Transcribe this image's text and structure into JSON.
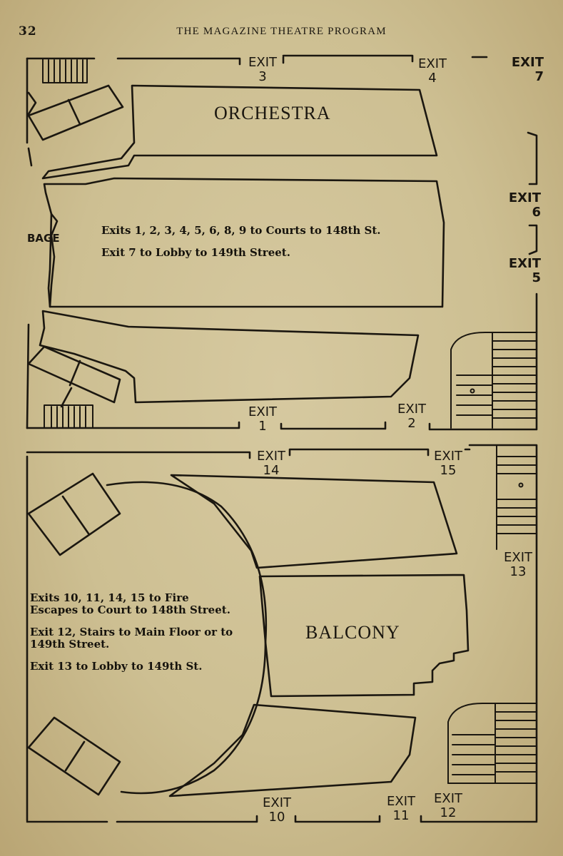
{
  "header": {
    "page_number": "32",
    "title": "THE MAGAZINE THEATRE PROGRAM"
  },
  "orchestra": {
    "name": "ORCHESTRA",
    "stage_label": "BAGE",
    "notes": [
      "Exits 1, 2, 3, 4, 5, 6, 8, 9 to Courts to 148th St.",
      "Exit 7 to Lobby to 149th Street."
    ],
    "exits": {
      "exit3": {
        "word": "EXIT",
        "number": "3"
      },
      "exit4": {
        "word": "EXIT",
        "number": "4"
      },
      "exit7": {
        "word": "EXIT",
        "number": "7"
      },
      "exit6": {
        "word": "EXIT",
        "number": "6"
      },
      "exit5": {
        "word": "EXIT",
        "number": "5"
      },
      "exit1": {
        "word": "EXIT",
        "number": "1"
      },
      "exit2": {
        "word": "EXIT",
        "number": "2"
      }
    }
  },
  "balcony": {
    "name": "BALCONY",
    "notes": [
      "Exits 10, 11, 14, 15 to Fire Escapes to Court to 148th Street.",
      "Exit 12, Stairs to Main Floor or to 149th Street.",
      "Exit 13 to Lobby to 149th St."
    ],
    "exits": {
      "exit14": {
        "word": "EXIT",
        "number": "14"
      },
      "exit15": {
        "word": "EXIT",
        "number": "15"
      },
      "exit13": {
        "word": "EXIT",
        "number": "13"
      },
      "exit10": {
        "word": "EXIT",
        "number": "10"
      },
      "exit11": {
        "word": "EXIT",
        "number": "11"
      },
      "exit12": {
        "word": "EXIT",
        "number": "12"
      }
    }
  }
}
